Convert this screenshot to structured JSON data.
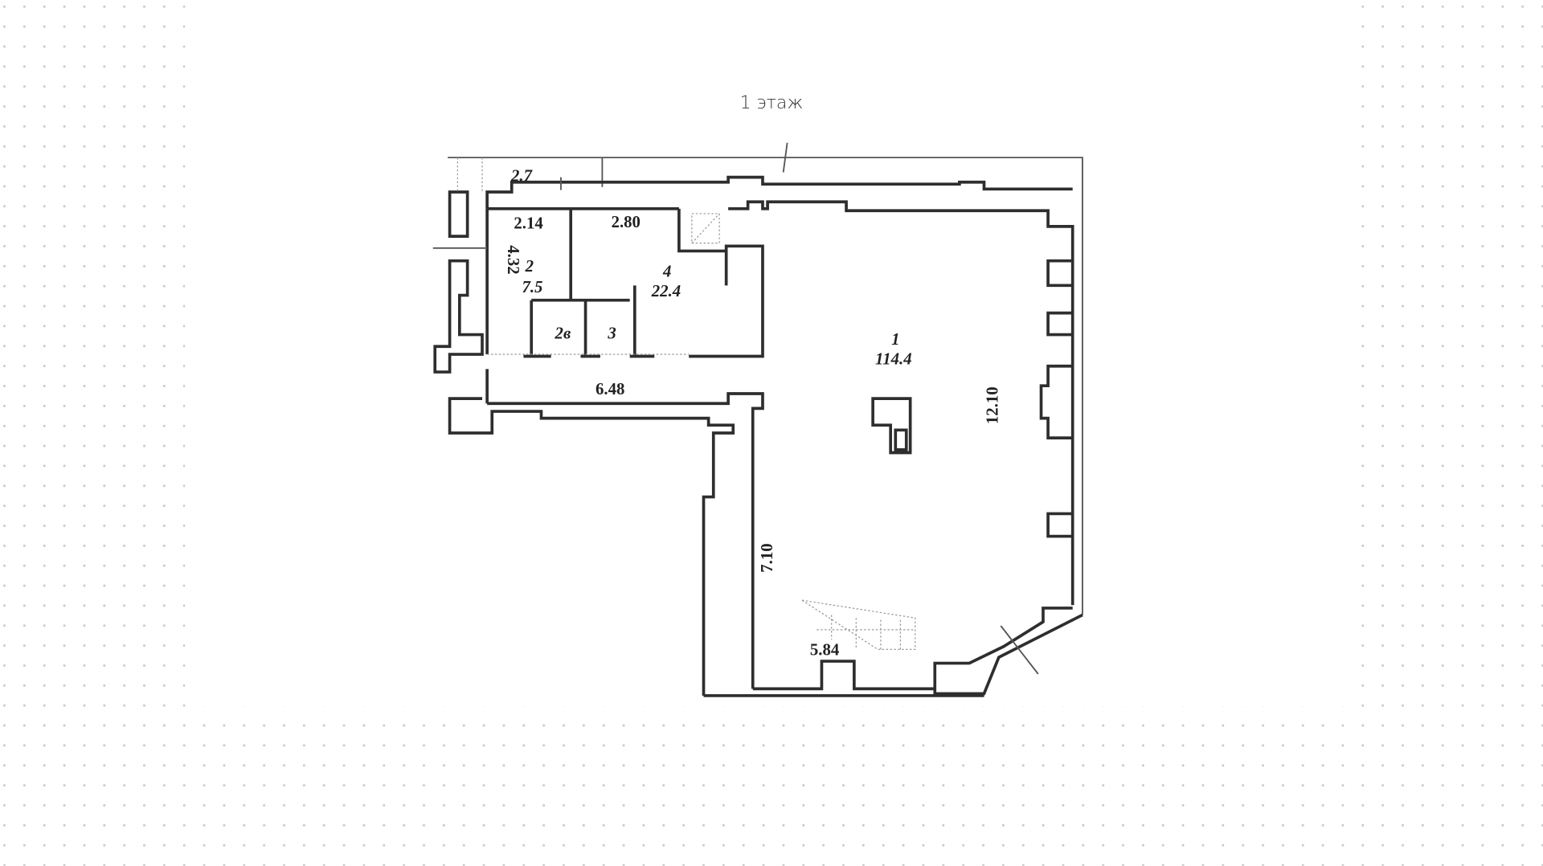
{
  "title": "1 этаж",
  "rooms": [
    {
      "number": "1",
      "area": "114.4"
    },
    {
      "number": "2",
      "area": "7.5"
    },
    {
      "number": "2в"
    },
    {
      "number": "3"
    },
    {
      "number": "4",
      "area": "22.4"
    }
  ],
  "external_areas": [
    "2.7"
  ],
  "dimensions": [
    "2.14",
    "2.80",
    "4.32",
    "6.48",
    "12.10",
    "7.10",
    "5.84"
  ],
  "colors": {
    "wall": "#2e2e2e",
    "dot": "#c8c8c8",
    "background": "#ffffff"
  }
}
